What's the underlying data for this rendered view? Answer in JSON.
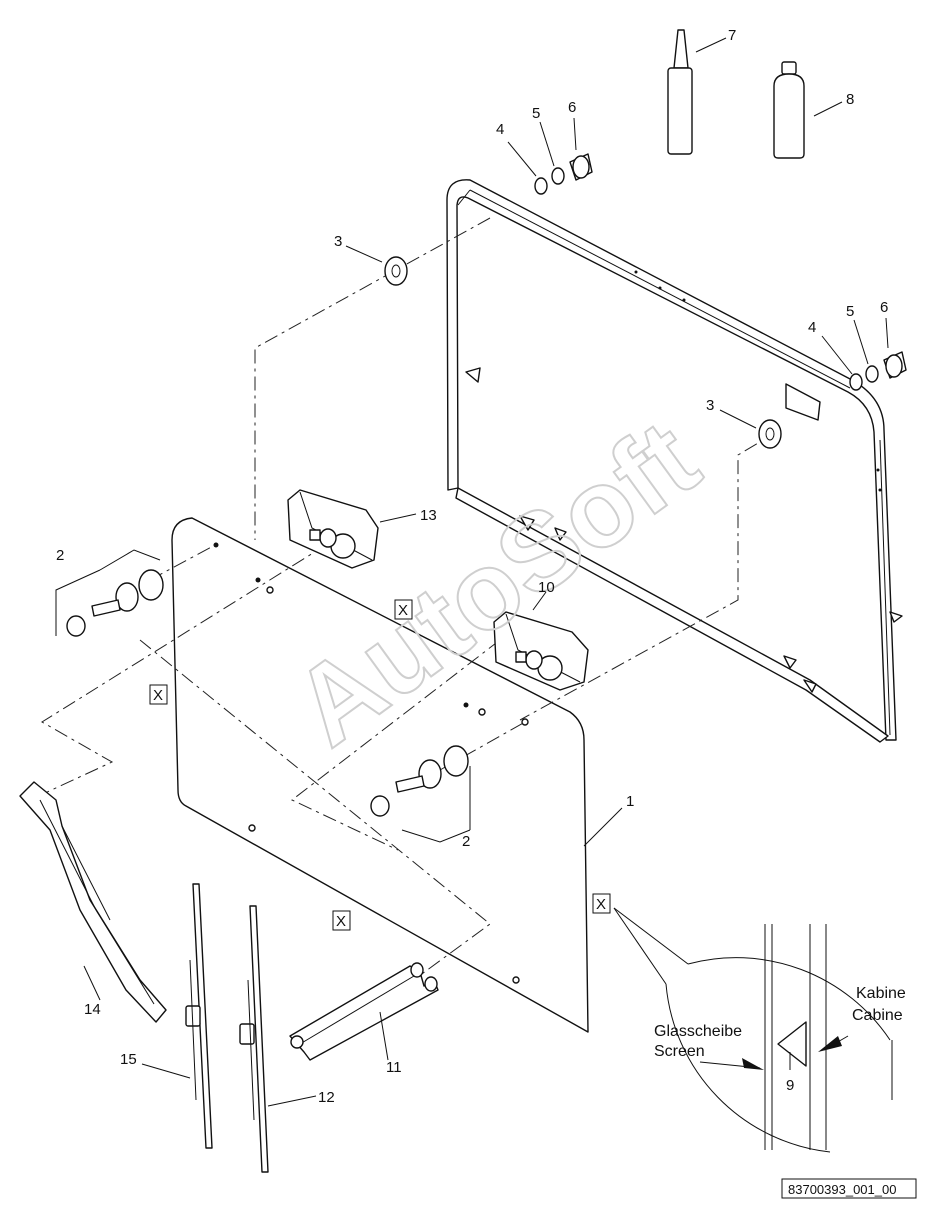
{
  "callouts": {
    "c1": "1",
    "c2a": "2",
    "c2b": "2",
    "c3a": "3",
    "c3b": "3",
    "c4a": "4",
    "c4b": "4",
    "c5a": "5",
    "c5b": "5",
    "c6a": "6",
    "c6b": "6",
    "c7": "7",
    "c8": "8",
    "c9": "9",
    "c10": "10",
    "c11": "11",
    "c12": "12",
    "c13": "13",
    "c14": "14",
    "c15": "15"
  },
  "detail_ref": "X",
  "detail": {
    "glass_de": "Glasscheibe",
    "glass_en": "Screen",
    "cab_de": "Kabine",
    "cab_en": "Cabine"
  },
  "watermark": "AutoSoft",
  "document_id": "83700393_001_00"
}
